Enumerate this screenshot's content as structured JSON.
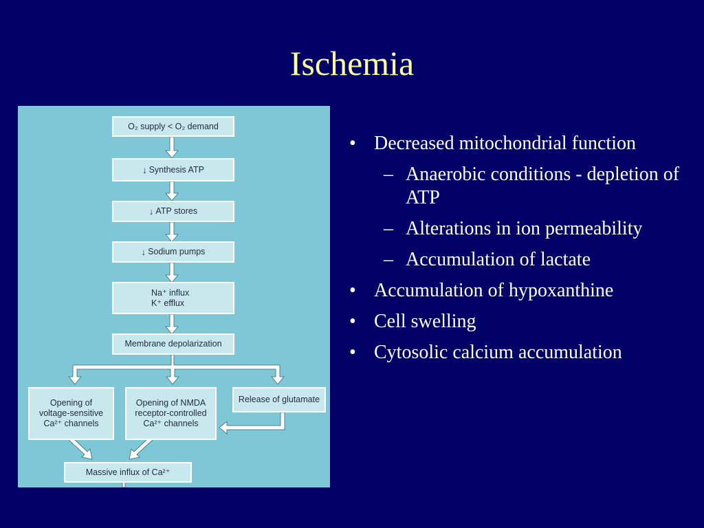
{
  "slide": {
    "title": "Ischemia"
  },
  "diagram": {
    "boxes": {
      "o2": "O₂ supply < O₂ demand",
      "synthesis": "Synthesis ATP",
      "stores": "ATP stores",
      "pumps": "Sodium pumps",
      "influx": "Na⁺ influx\nK⁺ efflux",
      "depol": "Membrane depolarization",
      "vgcc": "Opening of\nvoltage-sensitive\nCa²⁺ channels",
      "nmda": "Opening of NMDA\nreceptor-controlled\nCa²⁺ channels",
      "glutamate": "Release of glutamate",
      "massive": "Massive influx of Ca²⁺"
    },
    "down_arrow_glyph": "↓",
    "colors": {
      "background": "#7ec7d6",
      "box": "#c9e8ee",
      "arrow": "#ffffff"
    }
  },
  "bullets": {
    "items": [
      "Decreased mitochondrial function",
      "Accumulation of hypoxanthine",
      "Cell swelling",
      "Cytosolic calcium accumulation"
    ],
    "sub_items": [
      "Anaerobic conditions - depletion of ATP",
      "Alterations in ion permeability",
      "Accumulation of lactate"
    ],
    "bullet_marker": "•",
    "sub_marker": "–"
  },
  "colors": {
    "slide_bg": "#000066",
    "title": "#ffff99",
    "text": "#ffffff"
  }
}
